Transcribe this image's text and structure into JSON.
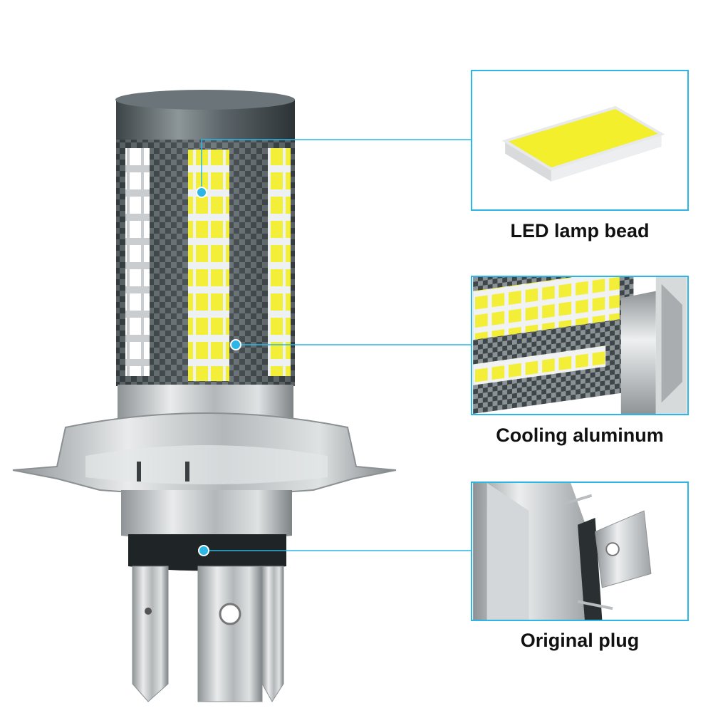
{
  "callouts": [
    {
      "id": "led",
      "label": "LED lamp bead"
    },
    {
      "id": "cooling",
      "label": "Cooling aluminum"
    },
    {
      "id": "plug",
      "label": "Original plug"
    }
  ],
  "colors": {
    "accent": "#2bb6e6",
    "led_yellow": "#f2ef3a",
    "metal_silver": "#c9ccce",
    "housing_dark": "#4a5256"
  }
}
